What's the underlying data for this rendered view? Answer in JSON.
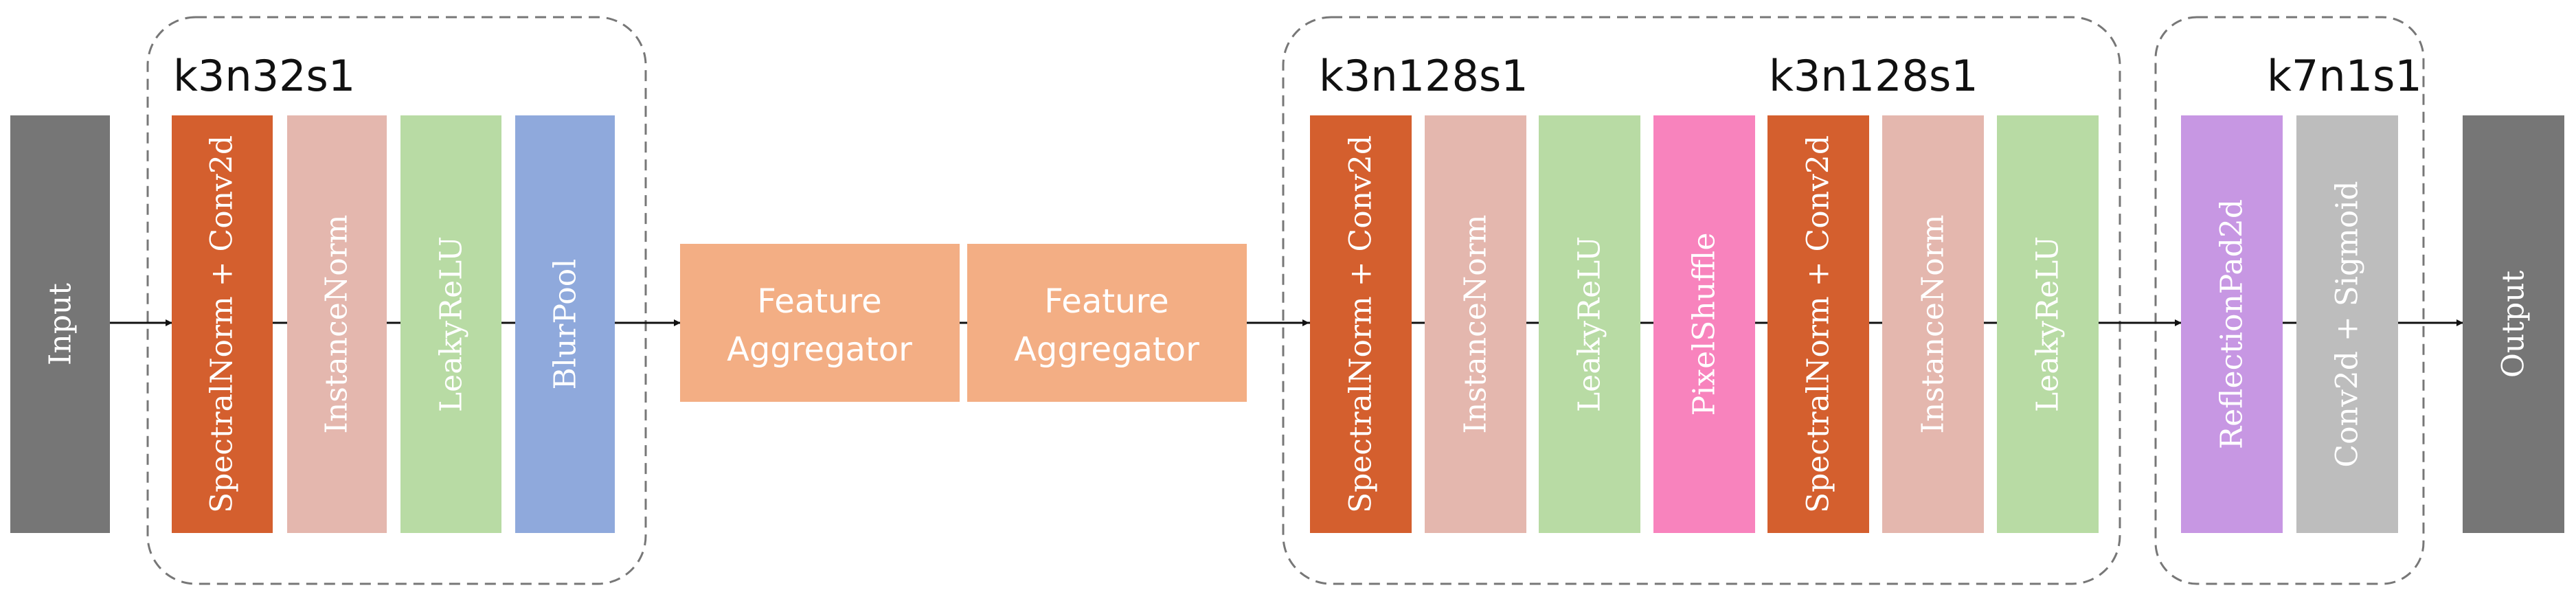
{
  "colors": {
    "gray_io": "#767676",
    "spectral_conv": "#d45f2e",
    "instance_norm": "#e4b7ae",
    "leaky_relu": "#b8dba4",
    "blur_pool": "#8fa9dc",
    "feature_aggregator": "#f3ae84",
    "pixel_shuffle": "#f883bd",
    "reflection_pad": "#c797e3",
    "conv_sigmoid": "#bdbdbd",
    "border_dash": "#777777",
    "arrow": "#111111"
  },
  "io": {
    "input": "Input",
    "output": "Output"
  },
  "groups": {
    "encoder": {
      "label": "k3n32s1"
    },
    "decoder_a": {
      "label": "k3n128s1"
    },
    "decoder_b": {
      "label": "k3n128s1"
    },
    "final": {
      "label": "k7n1s1"
    }
  },
  "blocks": {
    "enc_conv": "SpectralNorm + Conv2d",
    "enc_norm": "InstanceNorm",
    "enc_relu": "LeakyReLU",
    "enc_pool": "BlurPool",
    "dec_conv1": "SpectralNorm + Conv2d",
    "dec_norm1": "InstanceNorm",
    "dec_relu1": "LeakyReLU",
    "dec_shuffle": "PixelShuffle",
    "dec_conv2": "SpectralNorm + Conv2d",
    "dec_norm2": "InstanceNorm",
    "dec_relu2": "LeakyReLU",
    "fin_pad": "ReflectionPad2d",
    "fin_conv": "Conv2d + Sigmoid"
  },
  "aggregators": {
    "agg1": [
      "Feature",
      "Aggregator"
    ],
    "agg2": [
      "Feature",
      "Aggregator"
    ]
  }
}
